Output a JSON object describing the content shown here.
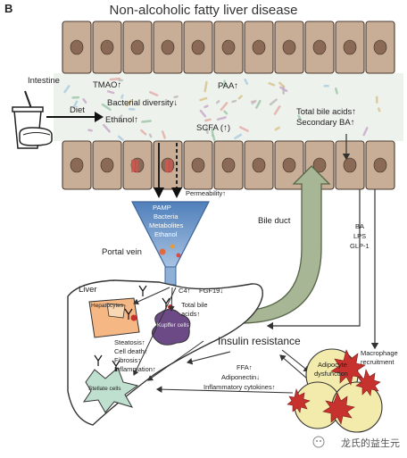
{
  "panel": {
    "letter": "B",
    "title": "Non-alcoholic fatty liver disease"
  },
  "intestine": {
    "label": "Intestine",
    "diet": "Diet",
    "tmao": "TMAO↑",
    "paa": "PAA↑",
    "bacterial_diversity": "Bacterial diversity↓",
    "ethanol": "Ethanol↑",
    "scfa": "SCFA (↑)",
    "total_bile_acids": "Total bile acids↑",
    "secondary_ba": "Secondary BA↑",
    "permeability": "Permeability↑"
  },
  "funnel": {
    "pamp": "PAMP",
    "bacteria": "Bacteria",
    "metabolites": "Metabolites",
    "ethanol": "Ethanol"
  },
  "portal_vein": "Portal vein",
  "bile_duct": "Bile duct",
  "signals": {
    "ba": "BA",
    "lps": "LPS",
    "glp1": "GLP-1"
  },
  "liver": {
    "label": "Liver",
    "hepatocytes": "Hepatocytes",
    "kupffer": "Kupffer cells",
    "stellate": "Stellate cells",
    "c4": "C4↑",
    "fgf19": "FGF19↓",
    "total_bile_acids_1": "Total bile",
    "total_bile_acids_2": "acids↑",
    "steatosis": "Steatosis↑",
    "cell_death": "Cell death↑",
    "fibrosis": "Fibrosis↑",
    "inflammation": "Inflammation↑"
  },
  "insulin_resistance": "Insulin resistance",
  "adipose": {
    "ffa": "FFA↑",
    "adiponectin": "Adiponectin↓",
    "cytokines": "Inflammatory cytokines↑",
    "dysfunction_1": "Adipocyte",
    "dysfunction_2": "dysfunction",
    "macrophage_1": "Macrophage",
    "macrophage_2": "recruitment"
  },
  "watermark": "龙氏的益生元",
  "colors": {
    "cell": "#c8ae96",
    "nucleus": "#8a6a56",
    "tube": "#9fb08e",
    "funnel": "#6d96c7",
    "adipocyte": "#f3ebab",
    "red": "#c8322e",
    "liver_fill": "#ffffff"
  }
}
